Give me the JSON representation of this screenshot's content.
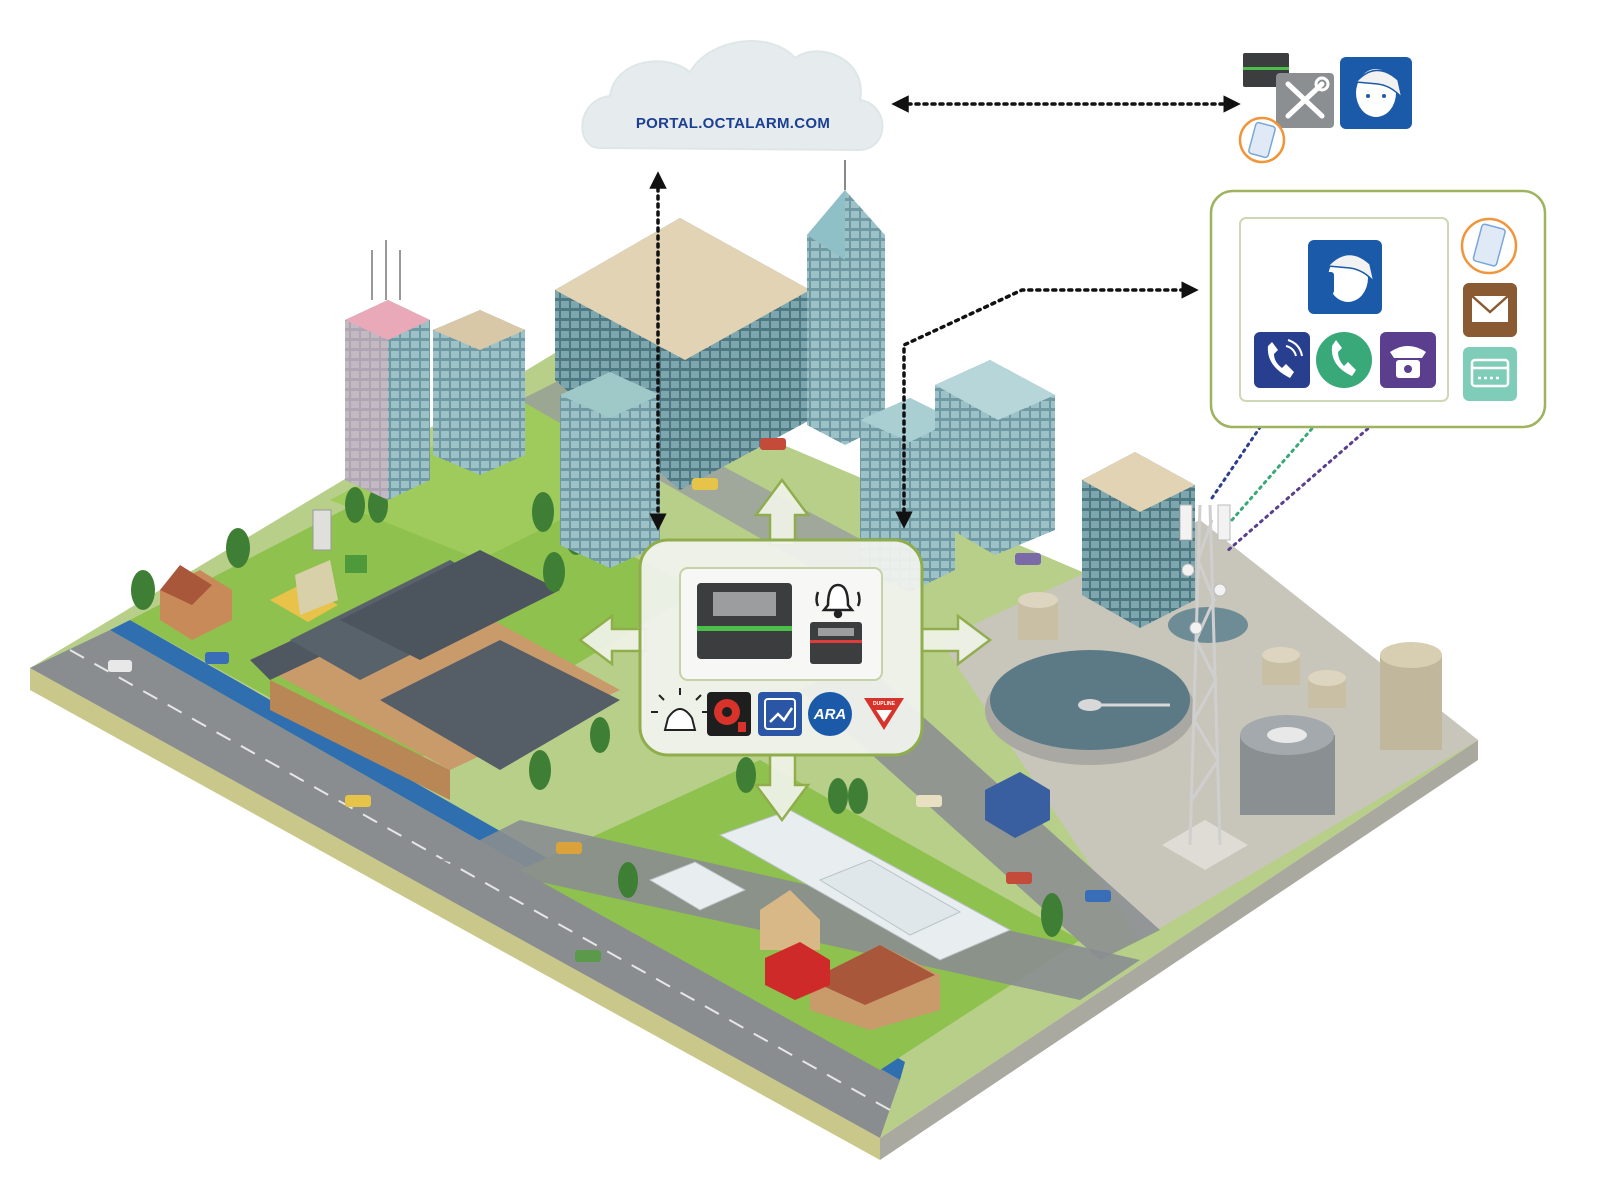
{
  "cloud": {
    "label": "PORTAL.OCTALARM.COM"
  },
  "hub": {
    "integrations": [
      {
        "icon": "beacon-light-icon"
      },
      {
        "icon": "alarm-bell-red-icon"
      },
      {
        "icon": "switch-module-icon"
      },
      {
        "icon": "ara-badge-icon",
        "label": "ARA"
      },
      {
        "icon": "dupline-badge-icon",
        "label": "DUPLINE"
      }
    ]
  },
  "notification_panel": {
    "channels": [
      {
        "icon": "voip-call-icon",
        "color": "#283f8f"
      },
      {
        "icon": "mobile-call-icon",
        "color": "#3aa97a"
      },
      {
        "icon": "landline-phone-icon",
        "color": "#5b3f8e"
      }
    ],
    "side_icons": [
      {
        "icon": "mobile-app-icon",
        "color": "#f0953a"
      },
      {
        "icon": "email-icon",
        "color": "#8a5a32"
      },
      {
        "icon": "pager-icon",
        "color": "#7fcdb9"
      }
    ]
  },
  "colors": {
    "accent_green": "#8fad4a",
    "panel_border": "#a0b565",
    "cloud_text": "#1c3f94",
    "grass": "#8fc14e",
    "road": "#808488"
  }
}
